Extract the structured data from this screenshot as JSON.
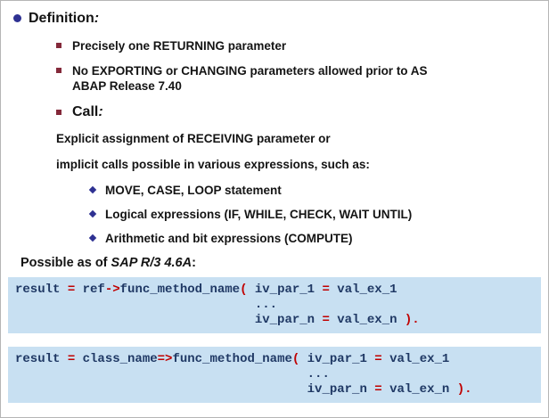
{
  "colors": {
    "level1_bullet_blue": "#2e3192",
    "level2_bullet_maroon": "#84293a",
    "level3_diamond_blue": "#2e3192",
    "code_background": "#c8e0f2",
    "code_text": "#1f3864",
    "code_operator_red": "#c00000",
    "body_text": "#141414"
  },
  "icons": {
    "level1_bullet": "filled-circle",
    "level2_bullet": "filled-square",
    "level3_bullet": "filled-diamond"
  },
  "outline": {
    "definition": {
      "label": "Definition",
      "colon": ":"
    },
    "item1": "Precisely one RETURNING parameter",
    "item2_lines": [
      "No EXPORTING or CHANGING parameters allowed prior to AS",
      "ABAP Release 7.40"
    ],
    "call": {
      "label": "Call",
      "colon": ":"
    },
    "para1": "Explicit assignment of RECEIVING parameter or",
    "para2": "implicit calls possible in various expressions, such as:",
    "expr1": "MOVE, CASE, LOOP statement",
    "expr2": "Logical expressions (IF, WHILE, CHECK, WAIT UNTIL)",
    "expr3": "Arithmetic and bit expressions (COMPUTE)"
  },
  "possible": {
    "prefix": "Possible as of ",
    "emphasis": "SAP R/3 4.6A",
    "suffix": ":"
  },
  "code_block_1": {
    "lines": [
      [
        {
          "t": "result ",
          "c": "t"
        },
        {
          "t": "=",
          "c": "r"
        },
        {
          "t": " ref",
          "c": "t"
        },
        {
          "t": "->",
          "c": "r"
        },
        {
          "t": "func_method_name",
          "c": "t"
        },
        {
          "t": "(",
          "c": "r"
        },
        {
          "t": " iv_par_1 ",
          "c": "t"
        },
        {
          "t": "=",
          "c": "r"
        },
        {
          "t": " val_ex_1",
          "c": "t"
        }
      ],
      [
        {
          "t": "                                ...",
          "c": "t"
        }
      ],
      [
        {
          "t": "                                iv_par_n ",
          "c": "t"
        },
        {
          "t": "=",
          "c": "r"
        },
        {
          "t": " val_ex_n ",
          "c": "t"
        },
        {
          "t": ").",
          "c": "r"
        }
      ]
    ]
  },
  "code_block_2": {
    "lines": [
      [
        {
          "t": "result ",
          "c": "t"
        },
        {
          "t": "=",
          "c": "r"
        },
        {
          "t": " class_name",
          "c": "t"
        },
        {
          "t": "=>",
          "c": "r"
        },
        {
          "t": "func_method_name",
          "c": "t"
        },
        {
          "t": "(",
          "c": "r"
        },
        {
          "t": " iv_par_1 ",
          "c": "t"
        },
        {
          "t": "=",
          "c": "r"
        },
        {
          "t": " val_ex_1",
          "c": "t"
        }
      ],
      [
        {
          "t": "                                       ...",
          "c": "t"
        }
      ],
      [
        {
          "t": "                                       iv_par_n ",
          "c": "t"
        },
        {
          "t": "=",
          "c": "r"
        },
        {
          "t": " val_ex_n ",
          "c": "t"
        },
        {
          "t": ").",
          "c": "r"
        }
      ]
    ]
  }
}
